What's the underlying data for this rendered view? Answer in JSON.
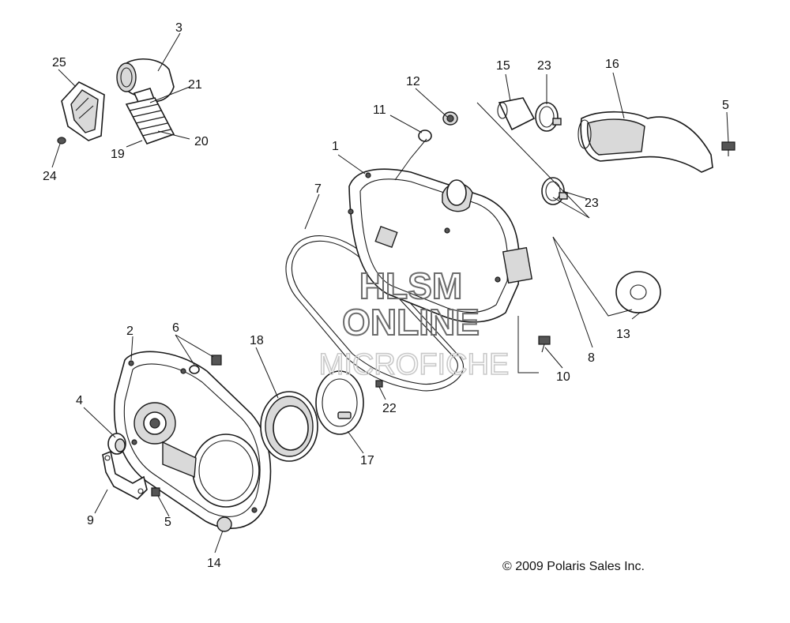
{
  "watermark": {
    "line1": "HLSM",
    "line2": "ONLINE",
    "line3": "MICROFICHE"
  },
  "copyright": "© 2009 Polaris Sales Inc.",
  "callouts": {
    "c1": "1",
    "c2": "2",
    "c3": "3",
    "c4": "4",
    "c5a": "5",
    "c5b": "5",
    "c6": "6",
    "c7": "7",
    "c8": "8",
    "c9": "9",
    "c10": "10",
    "c11": "11",
    "c12": "12",
    "c13": "13",
    "c14": "14",
    "c15": "15",
    "c16": "16",
    "c17": "17",
    "c18": "18",
    "c19": "19",
    "c20": "20",
    "c21": "21",
    "c22": "22",
    "c23a": "23",
    "c23b": "23",
    "c24": "24",
    "c25": "25"
  }
}
